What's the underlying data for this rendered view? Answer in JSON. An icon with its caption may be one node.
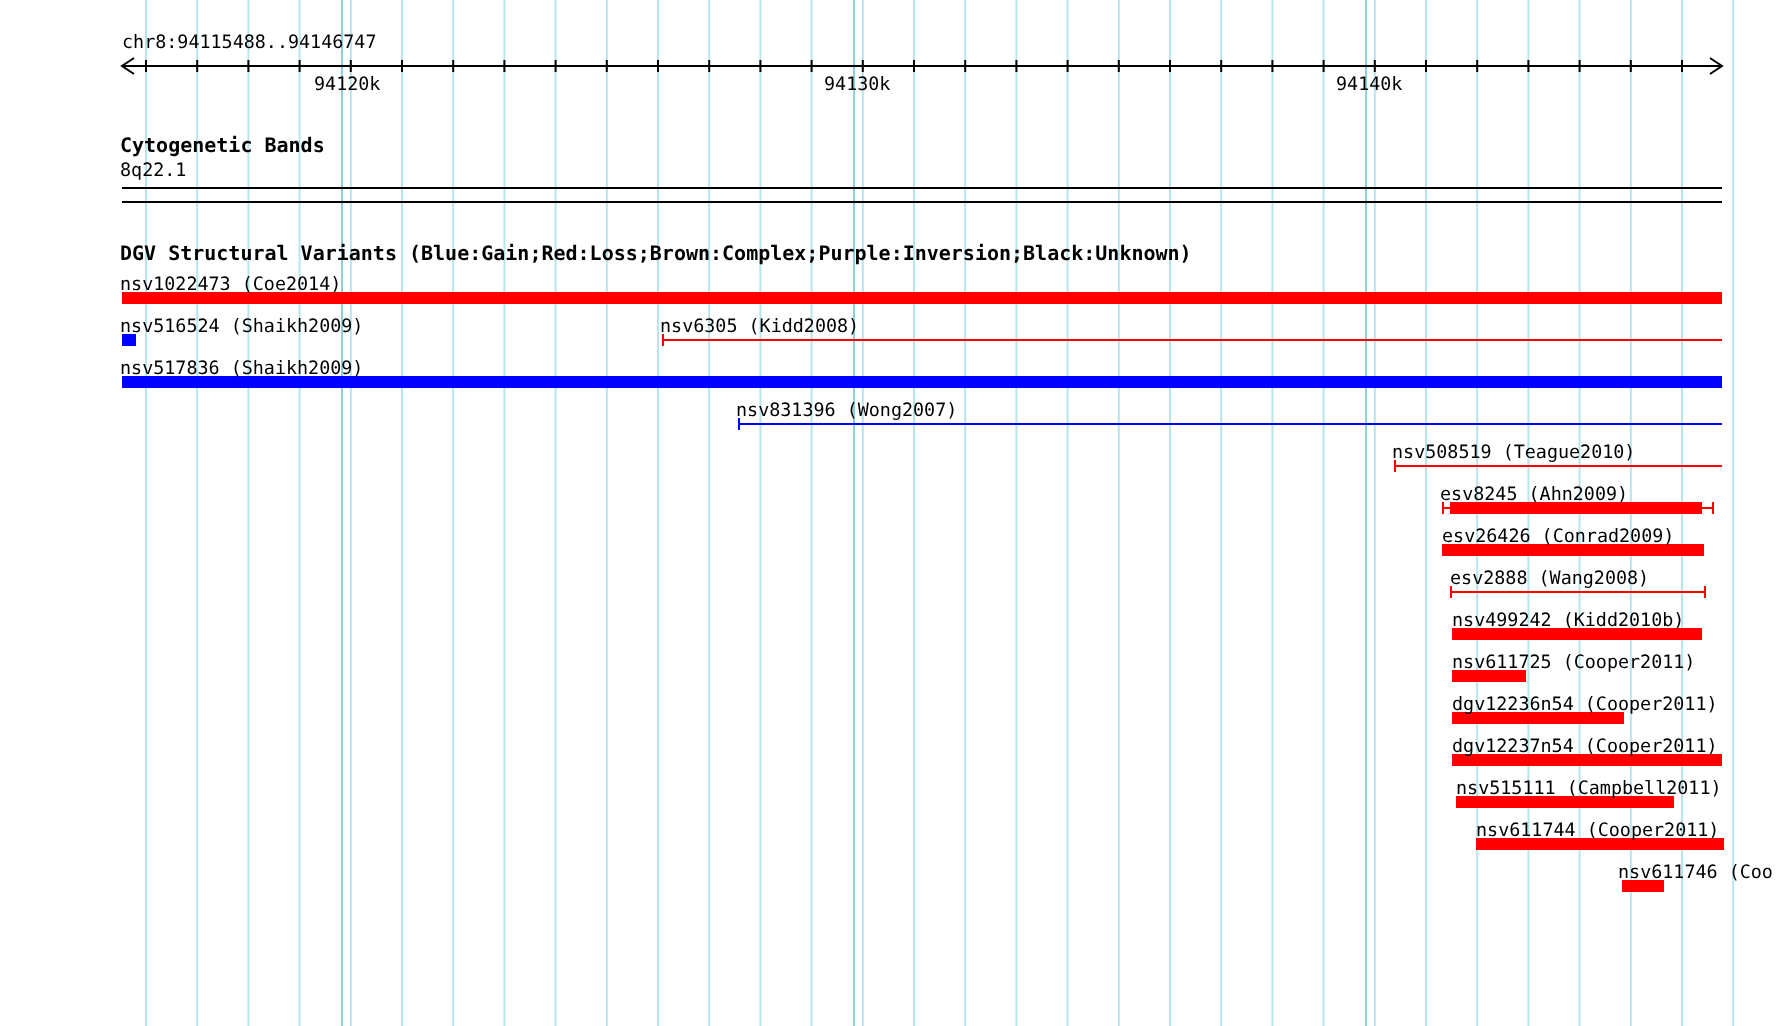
{
  "diagram": {
    "labels": [
      "chr8:94115488..94146747",
      "94120k",
      "94130k",
      "94140k",
      "Cytogenetic Bands",
      "8q22.1",
      "DGV Structural Variants (Blue:Gain;Red:Loss;Brown:Complex;Purple:Inversion;Black:Unknown)",
      "nsv1022473 (Coe2014)",
      "nsv516524 (Shaikh2009)",
      "nsv6305 (Kidd2008)",
      "nsv517836 (Shaikh2009)",
      "nsv831396 (Wong2007)",
      "nsv508519 (Teague2010)",
      "esv8245 (Ahn2009)",
      "esv26426 (Conrad2009)",
      "esv2888 (Wang2008)",
      "nsv499242 (Kidd2010b)",
      "nsv611725 (Cooper2011)",
      "dgv12236n54 (Cooper2011)",
      "dgv12237n54 (Cooper2011)",
      "nsv515111 (Campbell2011)",
      "nsv611744 (Cooper2011)",
      "nsv611746 (Coo"
    ]
  }
}
